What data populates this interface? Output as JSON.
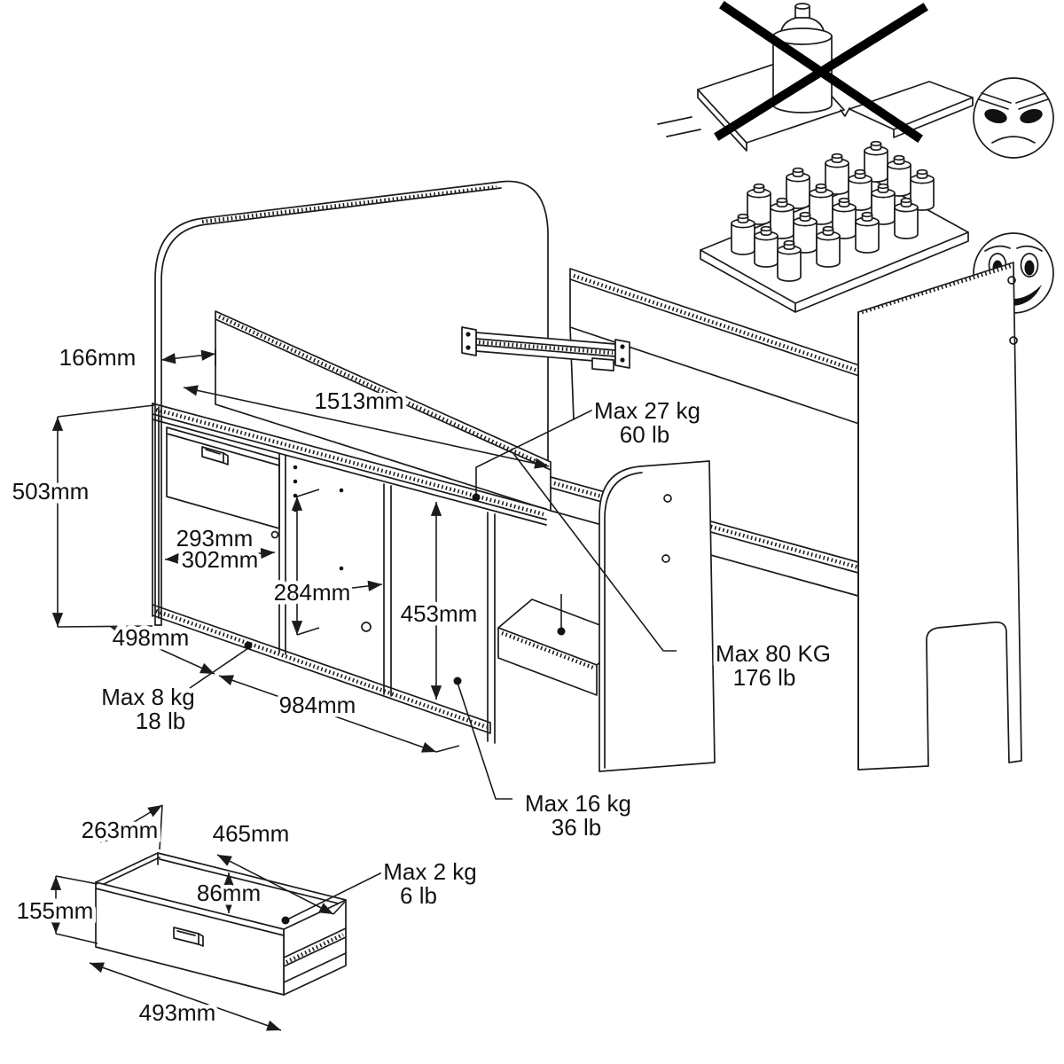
{
  "page": {
    "bg": "#ffffff",
    "line": "#1b1b1b"
  },
  "warnings": {
    "bad": {
      "icon": "single-heavy-weight-crossed-out",
      "face": "angry-face"
    },
    "good": {
      "icon": "many-small-weights-distributed",
      "face": "happy-face"
    }
  },
  "bed": {
    "dims": {
      "headboard_gap": "166mm",
      "length": "1513mm",
      "desk_height": "503mm",
      "knee_clearance": "293mm",
      "left_opening": "302mm",
      "center_opening": "284mm",
      "right_clearance": "453mm",
      "depth": "498mm",
      "shelf_length": "984mm"
    },
    "loads": {
      "desk_top": {
        "kg": "Max 27 kg",
        "lb": "60 lb"
      },
      "bed_platform": {
        "kg": "Max 80 KG",
        "lb": "176 lb"
      },
      "lower_shelf": {
        "kg": "Max 8 kg",
        "lb": "18 lb"
      },
      "step_shelf": {
        "kg": "Max 16 kg",
        "lb": "36 lb"
      }
    }
  },
  "drawer": {
    "dims": {
      "depth": "263mm",
      "inner_width": "465mm",
      "inner_depth": "86mm",
      "front_height": "155mm",
      "width": "493mm"
    },
    "load": {
      "kg": "Max 2 kg",
      "lb": "6 lb"
    }
  }
}
